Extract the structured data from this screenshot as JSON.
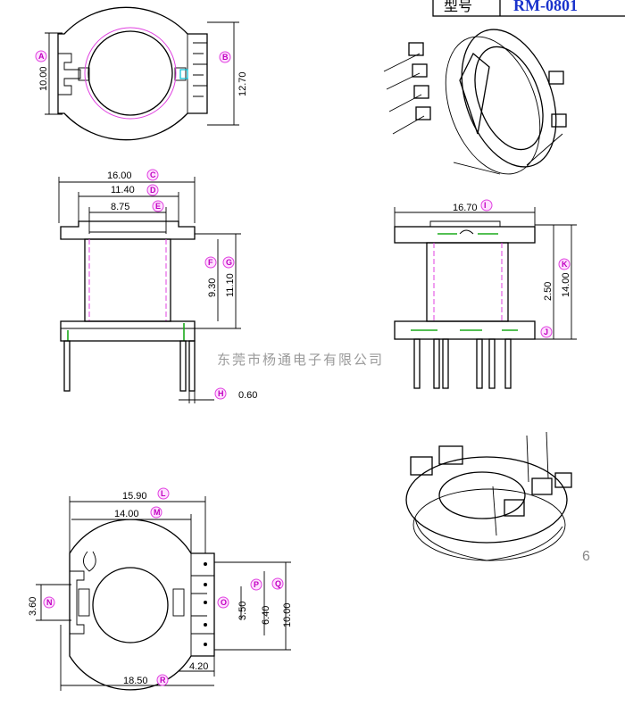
{
  "title_block": {
    "label": "型号",
    "model": "RM-0801"
  },
  "watermark": "东莞市杨通电子有限公司",
  "page_number": "6",
  "dimensions": {
    "A": "10.00",
    "B": "12.70",
    "C": "16.00",
    "D": "11.40",
    "E": "8.75",
    "F": "9.30",
    "G": "11.10",
    "H": "0.60",
    "I": "16.70",
    "J": "2.50",
    "K": "14.00",
    "L": "15.90",
    "M": "14.00",
    "N": "3.60",
    "O": "3.50",
    "P": "6.40",
    "Q": "10.00",
    "R": "18.50",
    "S": "4.20"
  },
  "tags": {
    "A": "A",
    "B": "B",
    "C": "C",
    "D": "D",
    "E": "E",
    "F": "F",
    "G": "G",
    "H": "H",
    "I": "I",
    "J": "J",
    "K": "K",
    "L": "L",
    "M": "M",
    "N": "N",
    "O": "O",
    "P": "P",
    "Q": "Q",
    "R": "R"
  }
}
